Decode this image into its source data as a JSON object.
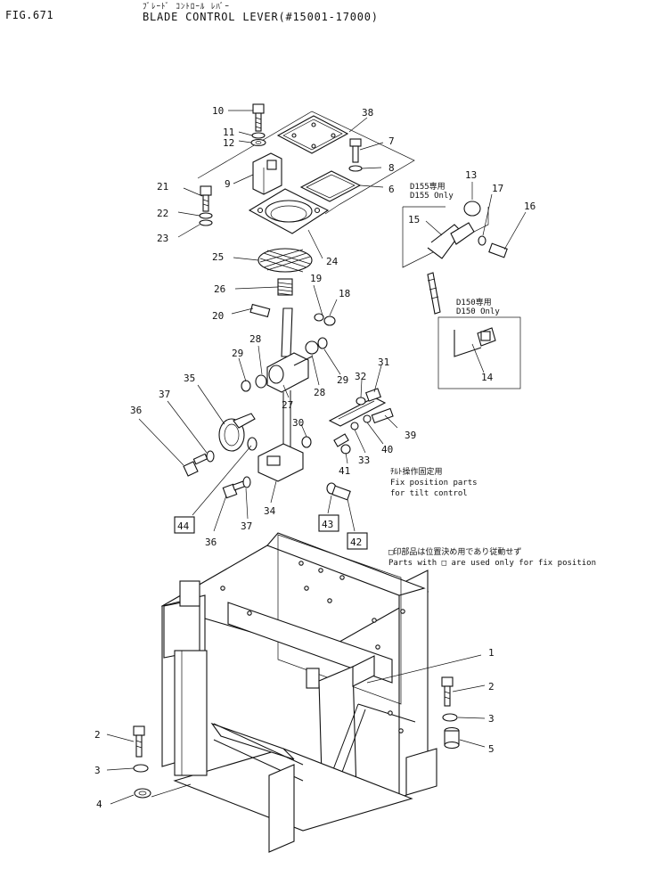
{
  "header": {
    "fig_number": "FIG.671",
    "title_jp": "ﾌﾞﾚｰﾄﾞ ｺﾝﾄﾛｰﾙ ﾚﾊﾞｰ",
    "title_en": "BLADE CONTROL LEVER(#15001-17000)"
  },
  "callouts": [
    "10",
    "11",
    "12",
    "38",
    "7",
    "8",
    "9",
    "6",
    "21",
    "22",
    "23",
    "24",
    "25",
    "26",
    "13",
    "17",
    "16",
    "15",
    "19",
    "18",
    "20",
    "28",
    "29",
    "27",
    "28",
    "29",
    "31",
    "32",
    "14",
    "35",
    "37",
    "36",
    "30",
    "39",
    "40",
    "33",
    "41",
    "44",
    "34",
    "36",
    "37",
    "43",
    "42",
    "1",
    "2",
    "3",
    "5",
    "2",
    "3",
    "4"
  ],
  "boxed_callouts": [
    "44",
    "43",
    "42"
  ],
  "notes": {
    "d155_jp": "D155専用",
    "d155_en": "D155 Only",
    "d150_jp": "D150専用",
    "d150_en": "D150  Only",
    "tilt_jp": "ﾁﾙﾄ操作固定用",
    "tilt_en_1": "Fix position parts",
    "tilt_en_2": "for tilt control",
    "fix_jp": "□印部品は位置決め用であり従動せず",
    "fix_en": "Parts with □ are used only for fix position"
  }
}
